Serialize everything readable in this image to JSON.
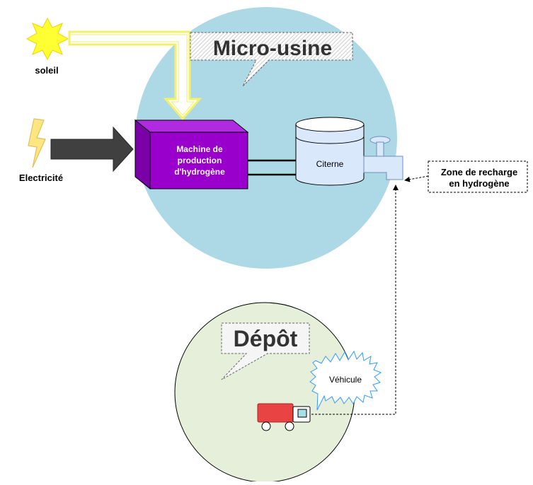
{
  "labels": {
    "soleil": "soleil",
    "electricite": "Electricité",
    "micro_usine": "Micro-usine",
    "machine_line1": "Machine de",
    "machine_line2": "production",
    "machine_line3": "d'hydrogène",
    "citerne": "Citerne",
    "zone_line1": "Zone de recharge",
    "zone_line2": "en hydrogène",
    "depot": "Dépôt",
    "vehicule": "Véhicule"
  },
  "colors": {
    "micro_usine_circle": "#add8e6",
    "depot_circle": "#e6efd9",
    "machine": "#9900cc",
    "tank": "#dae8fc",
    "sun": "#ffff33",
    "sun_arrow": "#ffff88",
    "electricity_arrow": "#404040",
    "truck_body": "#e84444",
    "vehicle_callout_stroke": "#3399ff"
  },
  "icons": {
    "sun": "sun-icon",
    "lightning": "lightning-icon",
    "tank": "tank-icon",
    "faucet": "faucet-icon",
    "truck": "truck-icon"
  }
}
